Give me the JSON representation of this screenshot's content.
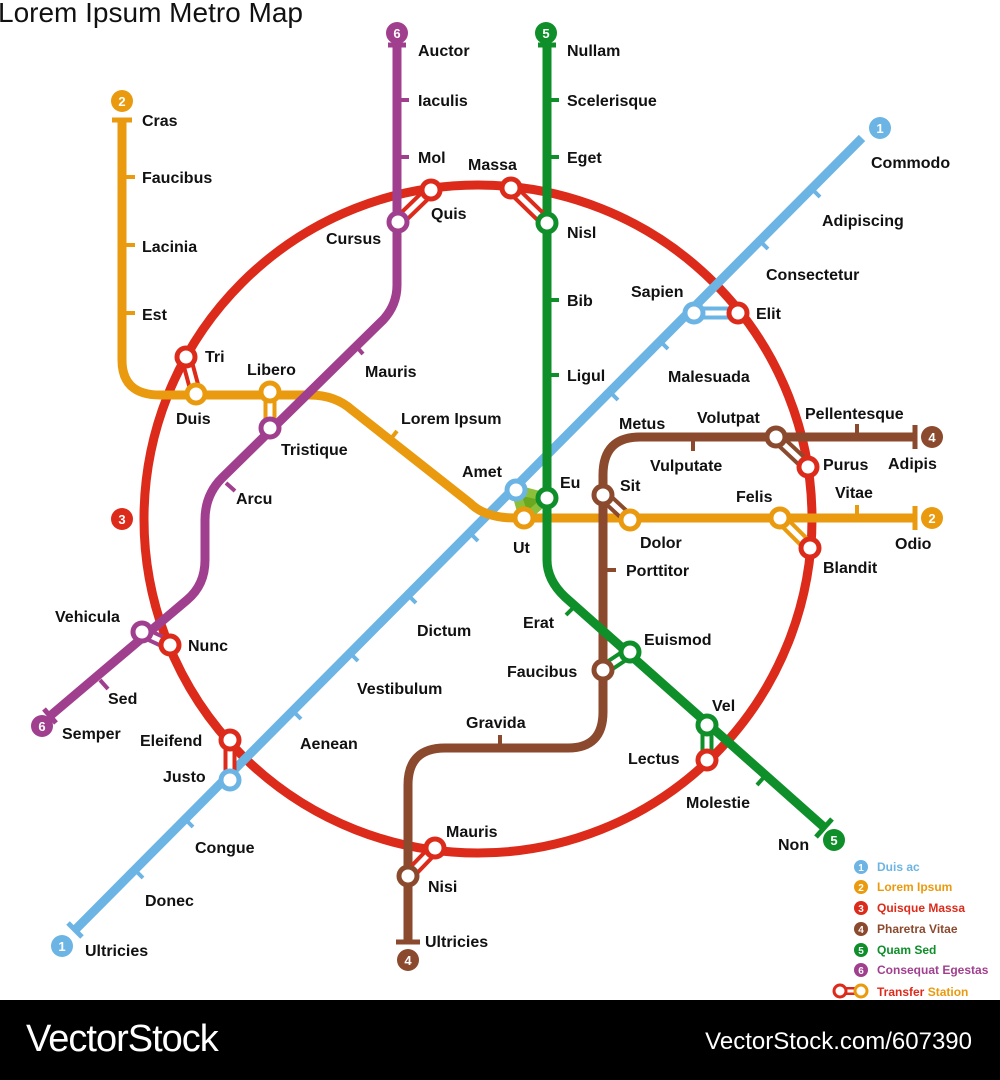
{
  "title": "Lorem Ipsum Metro Map",
  "colors": {
    "line1": "#6cb4e4",
    "line2": "#ea9a0e",
    "line3": "#dc2b1b",
    "line4": "#8b4a2e",
    "line5": "#0f8f2a",
    "line6": "#a13f8f"
  },
  "badges": {
    "l1": "1",
    "l2": "2",
    "l3": "3",
    "l4": "4",
    "l5": "5",
    "l6": "6"
  },
  "lines": {
    "l1": [
      "Commodo",
      "Adipiscing",
      "Consectetur",
      "Sapien",
      "Malesuada",
      "Metus",
      "Amet",
      "Dictum",
      "Vestibulum",
      "Aenean",
      "Justo",
      "Congue",
      "Donec",
      "Ultricies"
    ],
    "l2": [
      "Cras",
      "Faucibus",
      "Lacinia",
      "Est",
      "Duis",
      "Libero",
      "Lorem Ipsum",
      "Ut",
      "Dolor",
      "Felis",
      "Vitae",
      "Odio"
    ],
    "l3": [
      "Tri",
      "Quis",
      "Massa",
      "Elit",
      "Purus",
      "Blandit",
      "Lectus",
      "Mauris",
      "Eleifend",
      "Nunc"
    ],
    "l4": [
      "Adipis",
      "Pellentesque",
      "Volutpat",
      "Vulputate",
      "Sit",
      "Porttitor",
      "Faucibus",
      "Gravida",
      "Nisi",
      "Ultricies"
    ],
    "l5": [
      "Nullam",
      "Scelerisque",
      "Eget",
      "Nisl",
      "Bib",
      "Ligul",
      "Eu",
      "Erat",
      "Euismod",
      "Vel",
      "Molestie",
      "Non"
    ],
    "l6": [
      "Auctor",
      "Iaculis",
      "Mol",
      "Cursus",
      "Mauris",
      "Tristique",
      "Arcu",
      "Vehicula",
      "Sed",
      "Semper"
    ]
  },
  "legend": [
    {
      "num": "1",
      "label": "Duis ac"
    },
    {
      "num": "2",
      "label": "Lorem Ipsum"
    },
    {
      "num": "3",
      "label": "Quisque Massa"
    },
    {
      "num": "4",
      "label": "Pharetra Vitae"
    },
    {
      "num": "5",
      "label": "Quam Sed"
    },
    {
      "num": "6",
      "label": "Consequat Egestas"
    }
  ],
  "legend_transfer": {
    "word1": "Transfer",
    "word2": "Station"
  },
  "footer": {
    "brand": "VectorStock",
    "url": "VectorStock.com/607390"
  }
}
